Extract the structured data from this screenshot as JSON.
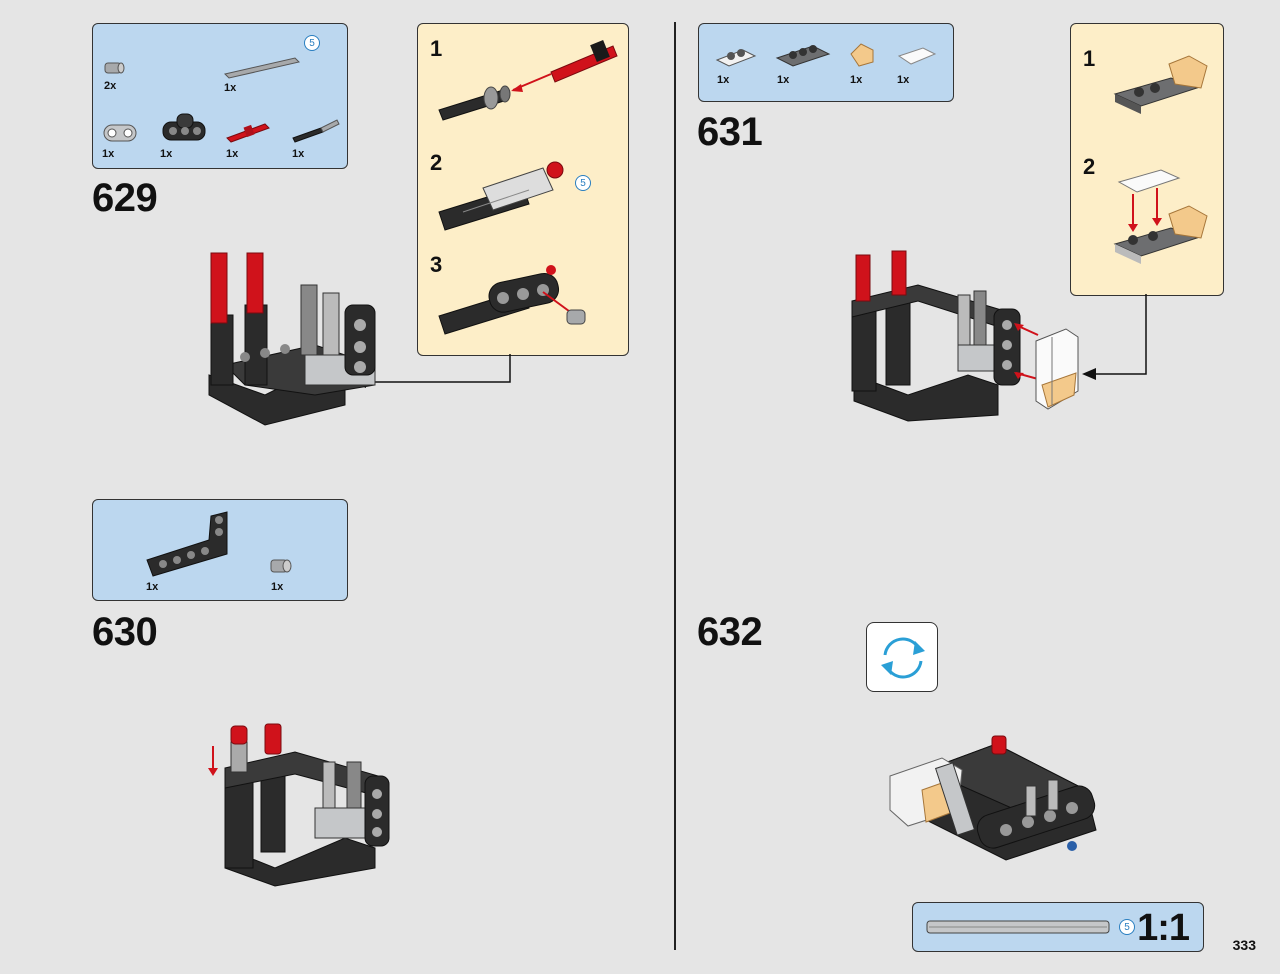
{
  "page_number": "333",
  "scale": {
    "label": "1:1",
    "length": "5"
  },
  "steps": [
    {
      "number": "629",
      "parts": [
        {
          "qty": "2x",
          "part": "bush-icon"
        },
        {
          "qty": "1x",
          "part": "axle-5-icon",
          "length": "5"
        },
        {
          "qty": "1x",
          "part": "beam-2-icon"
        },
        {
          "qty": "1x",
          "part": "cross-block-icon"
        },
        {
          "qty": "1x",
          "part": "red-axle-pin-icon"
        },
        {
          "qty": "1x",
          "part": "black-axle-pin-icon"
        }
      ],
      "substeps": [
        {
          "number": "1"
        },
        {
          "number": "2",
          "length": "5"
        },
        {
          "number": "3"
        }
      ]
    },
    {
      "number": "630",
      "parts": [
        {
          "qty": "1x",
          "part": "l-beam-icon"
        },
        {
          "qty": "1x",
          "part": "bush-icon"
        }
      ]
    },
    {
      "number": "631",
      "parts": [
        {
          "qty": "1x",
          "part": "white-plate-1x2-icon"
        },
        {
          "qty": "1x",
          "part": "dark-plate-1x3-icon"
        },
        {
          "qty": "1x",
          "part": "trans-orange-slope-icon"
        },
        {
          "qty": "1x",
          "part": "white-tile-icon"
        }
      ],
      "substeps": [
        {
          "number": "1"
        },
        {
          "number": "2"
        }
      ]
    },
    {
      "number": "632",
      "note_icon": "rotate-icon"
    }
  ],
  "colors": {
    "parts_bg": "#bcd7ef",
    "substep_bg": "#fdeec8",
    "accent_red": "#d0121b",
    "callout_blue": "#2a7fc0"
  }
}
